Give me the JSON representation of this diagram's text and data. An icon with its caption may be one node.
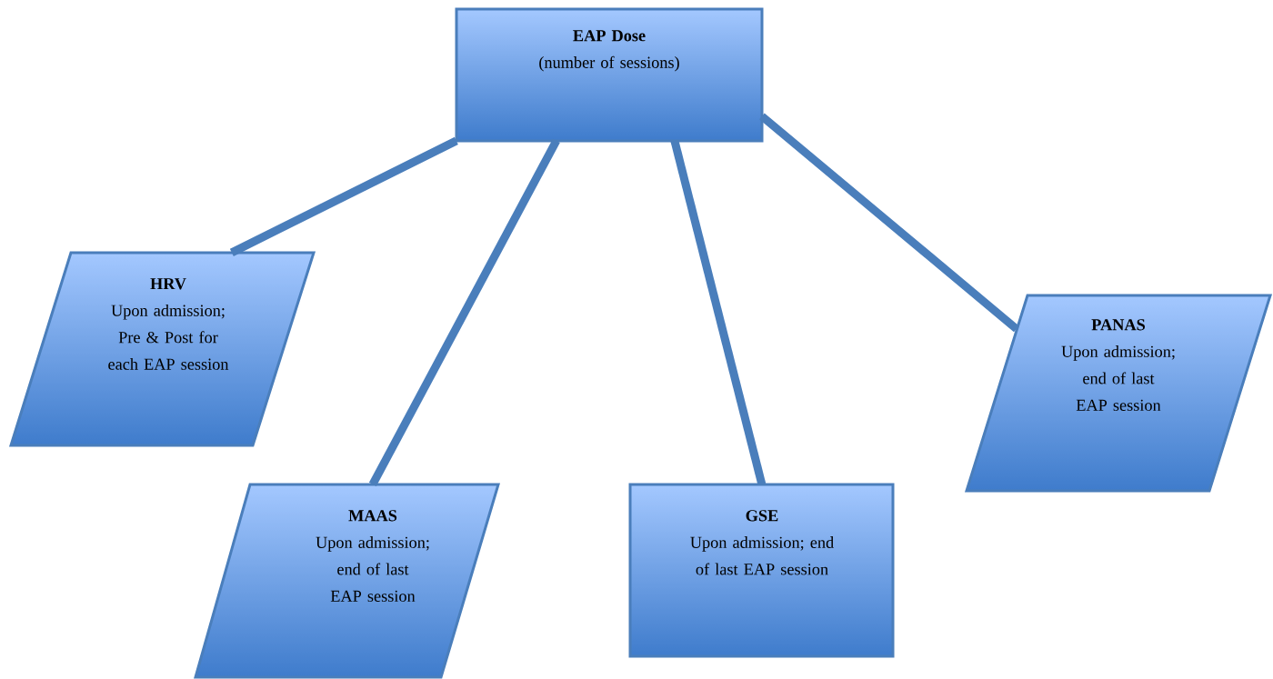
{
  "diagram": {
    "nodes": [
      {
        "text": [
          "EAP Dose",
          "(number of sessions)"
        ]
      },
      {
        "text": [
          "HRV",
          "Upon admission; Pre & Post for each EAP session"
        ]
      },
      {
        "text": [
          "MAAS",
          "Upon admission; end of last EAP session"
        ]
      },
      {
        "text": [
          "GSE",
          "Upon admission; end of last EAP session"
        ]
      },
      {
        "text": [
          "PANAS",
          "Upon admission; end of last EAP session"
        ]
      }
    ],
    "edges": [
      {
        "from": 0,
        "to": 1,
        "arrow": "none"
      },
      {
        "from": 0,
        "to": 2,
        "arrow": "none"
      },
      {
        "from": 0,
        "to": 3,
        "arrow": "none"
      },
      {
        "from": 0,
        "to": 4,
        "arrow": "none"
      }
    ]
  }
}
